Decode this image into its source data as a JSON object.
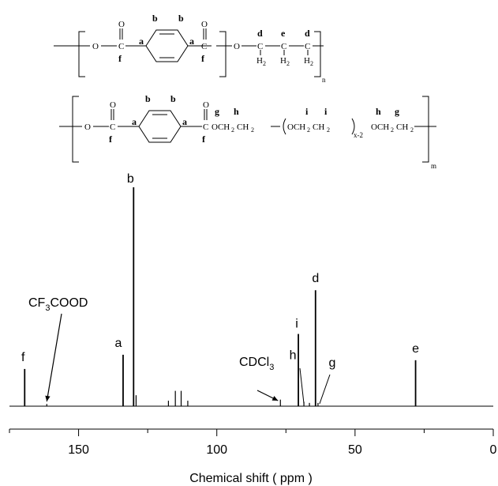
{
  "structure": {
    "unit1": {
      "atoms": {
        "O": "O",
        "C": "C",
        "H2": "H",
        "sub2": "2"
      },
      "labels": {
        "a": "a",
        "b": "b",
        "d": "d",
        "e": "e",
        "f": "f"
      },
      "repeat_sub": "n"
    },
    "unit2": {
      "groups": {
        "och2ch2": "OCH",
        "ch2": "CH",
        "sub2": "2",
        "xm2": "x-2"
      },
      "labels": {
        "a": "a",
        "b": "b",
        "f": "f",
        "g": "g",
        "h": "h",
        "i": "i"
      },
      "repeat_sub": "m"
    }
  },
  "chart_data": {
    "type": "line",
    "xlabel": "Chemical shift ( ppm )",
    "xlim": [
      175,
      0
    ],
    "xticks": [
      150,
      100,
      50,
      0
    ],
    "x_inverted": true,
    "grid": false,
    "peaks": [
      {
        "ppm": 169.5,
        "height": 0.17,
        "label": "f"
      },
      {
        "ppm": 161.5,
        "height": 0.01
      },
      {
        "ppm": 133.9,
        "height": 0.235,
        "label": "a"
      },
      {
        "ppm": 130.1,
        "height": 1.0,
        "label": "b"
      },
      {
        "ppm": 129.2,
        "height": 0.05
      },
      {
        "ppm": 117.5,
        "height": 0.025
      },
      {
        "ppm": 115.0,
        "height": 0.07
      },
      {
        "ppm": 112.9,
        "height": 0.07
      },
      {
        "ppm": 110.5,
        "height": 0.025
      },
      {
        "ppm": 77.0,
        "height": 0.03
      },
      {
        "ppm": 70.5,
        "height": 0.33,
        "label": "i"
      },
      {
        "ppm": 68.5,
        "height": 0.02,
        "label": "h"
      },
      {
        "ppm": 66.5,
        "height": 0.015
      },
      {
        "ppm": 64.3,
        "height": 0.53,
        "label": "d"
      },
      {
        "ppm": 63.4,
        "height": 0.015,
        "label": "g"
      },
      {
        "ppm": 28.1,
        "height": 0.21,
        "label": "e"
      }
    ],
    "annotations": [
      {
        "text": "CF",
        "sub": "3",
        "tail": "COOD",
        "points_to_ppm": 161.5
      },
      {
        "text": "CDCl",
        "sub": "3",
        "tail": "",
        "points_to_ppm": 77.0
      }
    ]
  }
}
